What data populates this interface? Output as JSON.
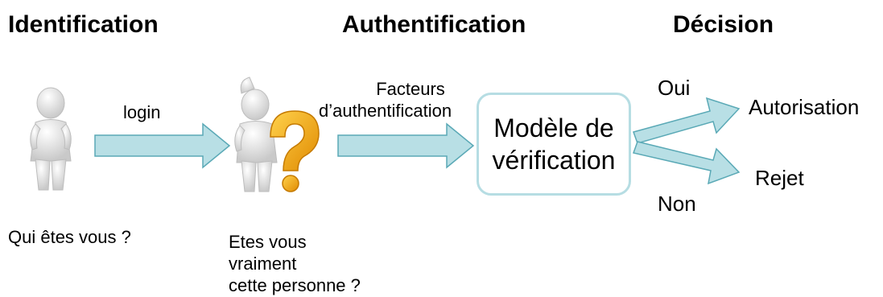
{
  "headings": {
    "identification": "Identification",
    "authentification": "Authentification",
    "decision": "Décision"
  },
  "labels": {
    "login": "login",
    "facteurs_line1": "Facteurs",
    "facteurs_line2": "d’authentification",
    "qui": "Qui êtes vous ?",
    "etes_line1": "Etes vous",
    "etes_line2": "vraiment",
    "etes_line3": "cette personne ?",
    "model_line1": "Modèle de",
    "model_line2": "vérification",
    "oui": "Oui",
    "non": "Non",
    "autorisation": "Autorisation",
    "rejet": "Rejet"
  },
  "colors": {
    "arrow_fill": "#b8dfe5",
    "arrow_stroke": "#5aa9b6",
    "box_border": "#b6dde3",
    "figure": "#e4e4e4",
    "question_mark": "#f2a515"
  },
  "icons": [
    "person-icon",
    "thinking-person-question-icon"
  ]
}
